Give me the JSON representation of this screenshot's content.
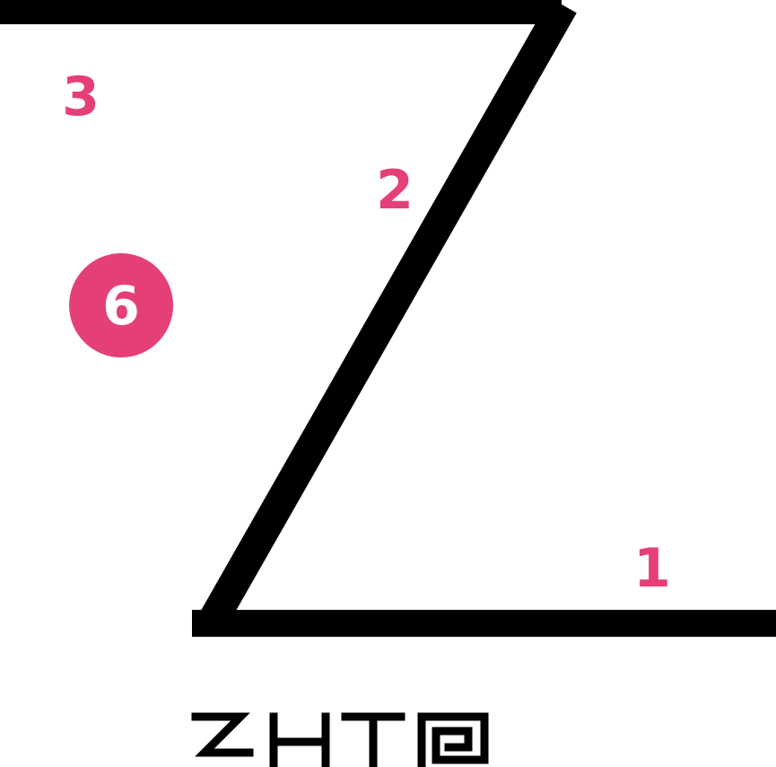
{
  "diagram": {
    "labels": {
      "angle_1": "1",
      "angle_2": "2",
      "angle_3": "3"
    },
    "badge": {
      "number": "6"
    }
  },
  "colors": {
    "line": "#000000",
    "label": "#e53f7a",
    "badge_fill": "#e53f7a",
    "badge_text": "#ffffff"
  },
  "logo": {
    "text": "zHT@"
  }
}
